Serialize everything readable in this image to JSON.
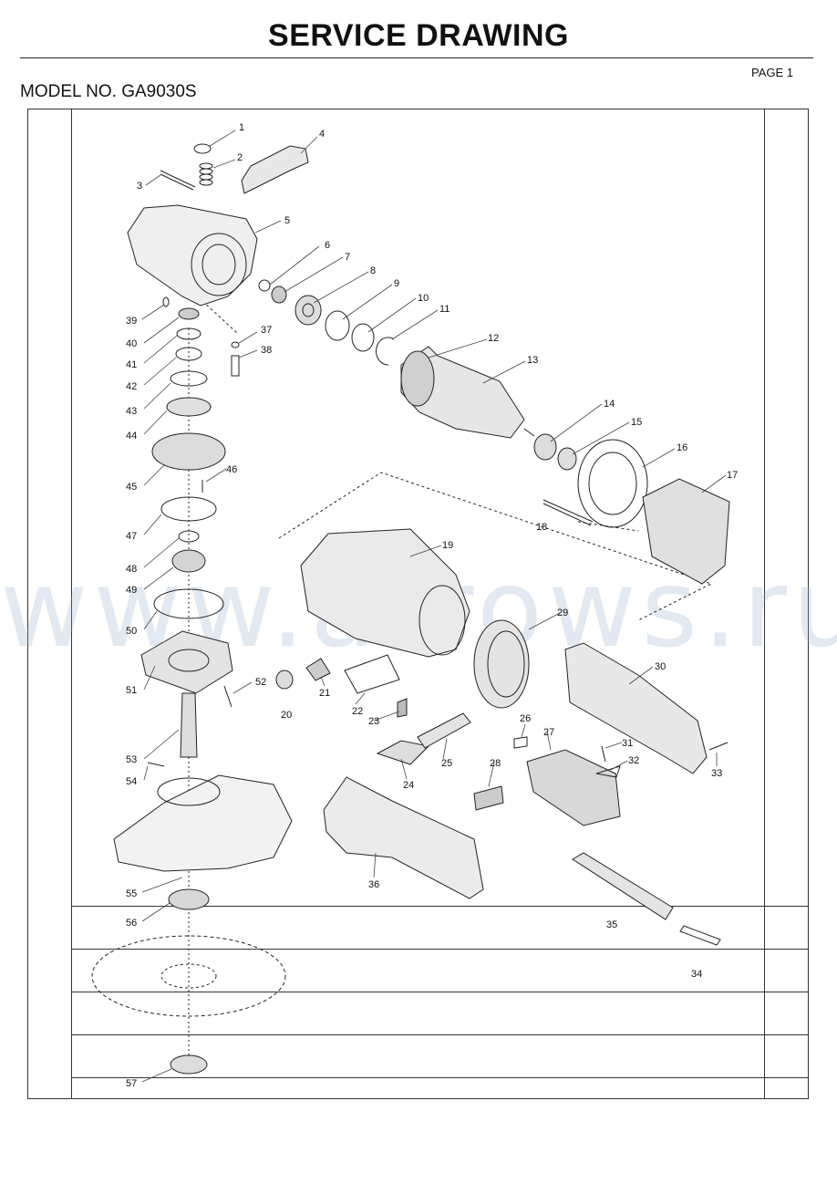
{
  "header": {
    "title": "SERVICE DRAWING",
    "page": "PAGE 1",
    "model": "MODEL NO. GA9030S"
  },
  "watermark": "www.arrows.ru",
  "parts": [
    {
      "n": "1"
    },
    {
      "n": "2"
    },
    {
      "n": "3"
    },
    {
      "n": "4"
    },
    {
      "n": "5"
    },
    {
      "n": "6"
    },
    {
      "n": "7"
    },
    {
      "n": "8"
    },
    {
      "n": "9"
    },
    {
      "n": "10"
    },
    {
      "n": "11"
    },
    {
      "n": "12"
    },
    {
      "n": "13"
    },
    {
      "n": "14"
    },
    {
      "n": "15"
    },
    {
      "n": "16"
    },
    {
      "n": "17"
    },
    {
      "n": "18"
    },
    {
      "n": "19"
    },
    {
      "n": "20"
    },
    {
      "n": "21"
    },
    {
      "n": "22"
    },
    {
      "n": "23"
    },
    {
      "n": "24"
    },
    {
      "n": "25"
    },
    {
      "n": "26"
    },
    {
      "n": "27"
    },
    {
      "n": "28"
    },
    {
      "n": "29"
    },
    {
      "n": "30"
    },
    {
      "n": "31"
    },
    {
      "n": "32"
    },
    {
      "n": "33"
    },
    {
      "n": "34"
    },
    {
      "n": "35"
    },
    {
      "n": "36"
    },
    {
      "n": "37"
    },
    {
      "n": "38"
    },
    {
      "n": "39"
    },
    {
      "n": "40"
    },
    {
      "n": "41"
    },
    {
      "n": "42"
    },
    {
      "n": "43"
    },
    {
      "n": "44"
    },
    {
      "n": "45"
    },
    {
      "n": "46"
    },
    {
      "n": "47"
    },
    {
      "n": "48"
    },
    {
      "n": "49"
    },
    {
      "n": "50"
    },
    {
      "n": "51"
    },
    {
      "n": "52"
    },
    {
      "n": "53"
    },
    {
      "n": "54"
    },
    {
      "n": "55"
    },
    {
      "n": "56"
    },
    {
      "n": "57"
    }
  ],
  "colors": {
    "ink": "#111111",
    "watermark": "#96afc8"
  }
}
